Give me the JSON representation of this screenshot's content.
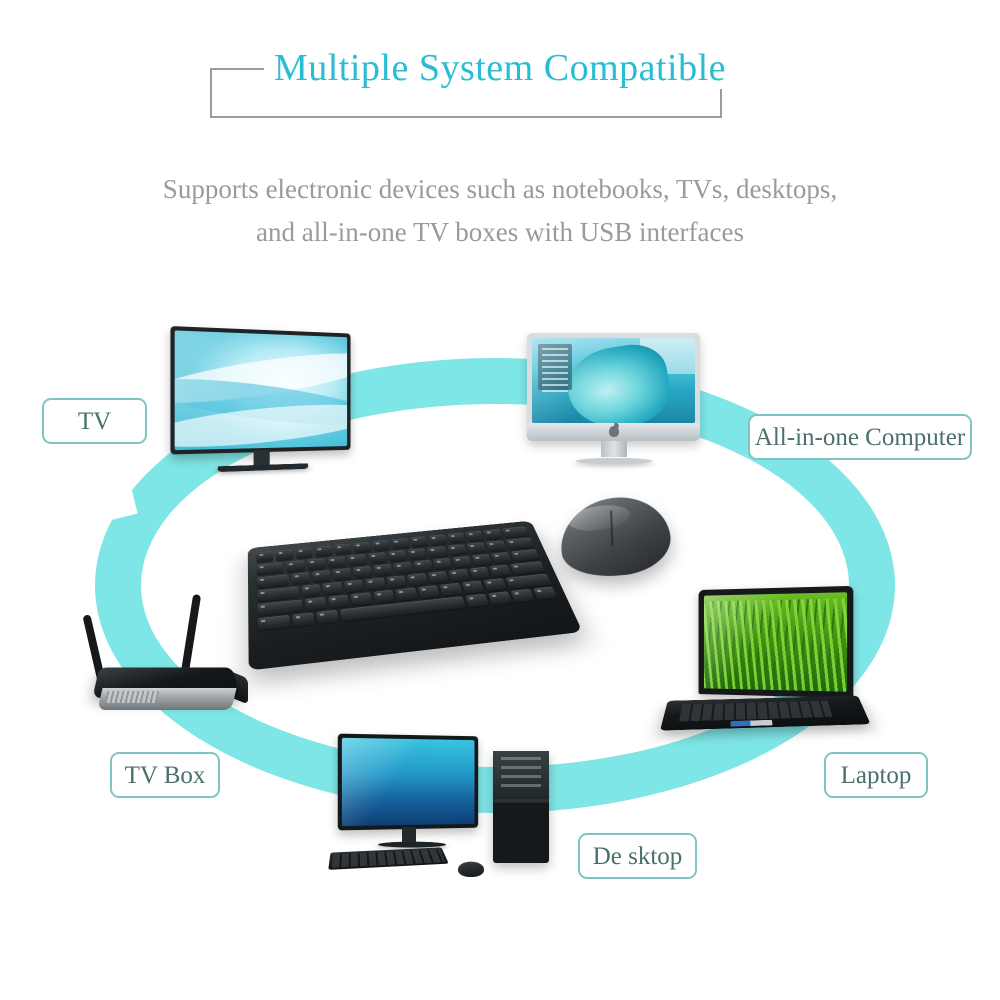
{
  "header": {
    "title": "Multiple System Compatible",
    "subtitle_line1": "Supports electronic devices such as notebooks, TVs, desktops,",
    "subtitle_line2": "and all-in-one TV boxes with USB interfaces"
  },
  "colors": {
    "title": "#29BDD4",
    "subtitle": "#9a9a9a",
    "ring": "#7EE6E6",
    "label_border": "#7fc6c2",
    "label_text": "#4a6f6c",
    "frame": "#9b9b9b"
  },
  "diagram": {
    "labels": [
      {
        "id": "tv",
        "text": "TV"
      },
      {
        "id": "all-in-one-computer",
        "text": "All-in-one Computer"
      },
      {
        "id": "tv-box",
        "text": "TV Box"
      },
      {
        "id": "laptop",
        "text": "Laptop"
      },
      {
        "id": "desktop",
        "text": "De sktop"
      }
    ],
    "devices": [
      {
        "id": "tv",
        "name": "television"
      },
      {
        "id": "all-in-one",
        "name": "all-in-one-computer"
      },
      {
        "id": "tv-box",
        "name": "tv-box-router"
      },
      {
        "id": "laptop",
        "name": "laptop-computer"
      },
      {
        "id": "desktop",
        "name": "desktop-computer"
      },
      {
        "id": "keyboard",
        "name": "wireless-keyboard"
      },
      {
        "id": "mouse",
        "name": "wireless-mouse"
      }
    ]
  }
}
